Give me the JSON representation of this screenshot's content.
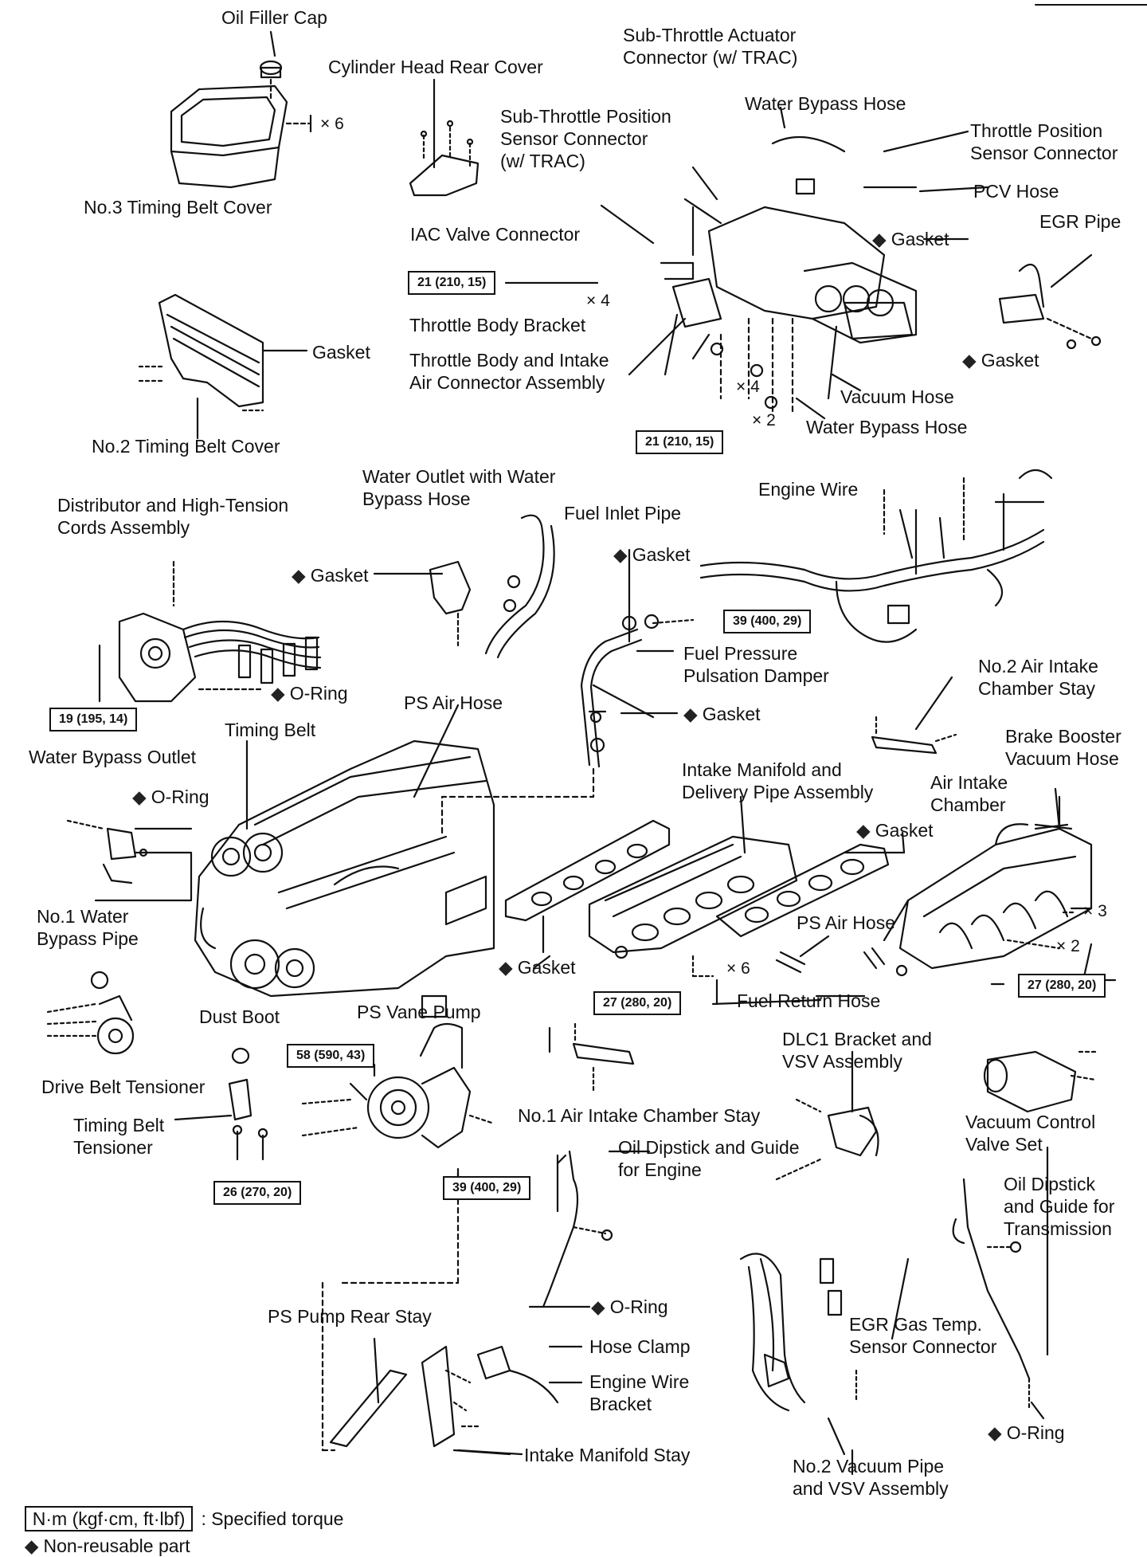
{
  "labels": {
    "oil_filler_cap": "Oil Filler Cap",
    "cylinder_head_rear_cover": "Cylinder Head Rear Cover",
    "no3_timing_belt_cover": "No.3 Timing Belt Cover",
    "sub_throttle_actuator_connector": "Sub-Throttle Actuator\nConnector (w/ TRAC)",
    "sub_throttle_position_sensor_connector": "Sub-Throttle Position\nSensor Connector\n(w/ TRAC)",
    "water_bypass_hose_top": "Water Bypass Hose",
    "throttle_position_sensor_connector": "Throttle Position\nSensor Connector",
    "pcv_hose": "PCV Hose",
    "egr_pipe": "EGR Pipe",
    "iac_valve_connector": "IAC Valve Connector",
    "gasket_throttle": "Gasket",
    "gasket_egr": "Gasket",
    "throttle_body_bracket": "Throttle Body Bracket",
    "gasket_no2_cover": "Gasket",
    "throttle_body_assembly": "Throttle Body and Intake\nAir Connector Assembly",
    "vacuum_hose": "Vacuum Hose",
    "water_bypass_hose_lower": "Water Bypass Hose",
    "no2_timing_belt_cover": "No.2 Timing Belt Cover",
    "water_outlet": "Water Outlet with Water\nBypass Hose",
    "engine_wire": "Engine Wire",
    "distributor": "Distributor and High-Tension\nCords Assembly",
    "fuel_inlet_pipe": "Fuel Inlet Pipe",
    "gasket_water_outlet": "Gasket",
    "gasket_fuel_inlet": "Gasket",
    "fuel_pressure_damper": "Fuel Pressure\nPulsation Damper",
    "no2_air_intake_chamber_stay": "No.2 Air Intake\nChamber Stay",
    "oring_distributor": "O-Ring",
    "ps_air_hose_top": "PS Air Hose",
    "gasket_fuel_damper": "Gasket",
    "timing_belt": "Timing Belt",
    "brake_booster_vacuum_hose": "Brake Booster\nVacuum Hose",
    "water_bypass_outlet": "Water Bypass Outlet",
    "intake_manifold": "Intake Manifold and\nDelivery Pipe Assembly",
    "air_intake_chamber": "Air Intake\nChamber",
    "oring_water_bypass": "O-Ring",
    "gasket_intake_right": "Gasket",
    "no1_water_bypass_pipe": "No.1 Water\nBypass Pipe",
    "ps_air_hose_right": "PS Air Hose",
    "gasket_intake_left": "Gasket",
    "fuel_return_hose": "Fuel Return Hose",
    "dust_boot": "Dust Boot",
    "ps_vane_pump": "PS Vane Pump",
    "dlc1_bracket": "DLC1 Bracket and\nVSV Assembly",
    "drive_belt_tensioner": "Drive Belt Tensioner",
    "no1_air_intake_chamber_stay": "No.1 Air Intake Chamber Stay",
    "vacuum_control_valve_set": "Vacuum Control\nValve Set",
    "timing_belt_tensioner": "Timing Belt\nTensioner",
    "oil_dipstick_engine": "Oil Dipstick and Guide\nfor Engine",
    "oil_dipstick_transmission": "Oil Dipstick\nand Guide for\nTransmission",
    "oring_dipstick": "O-Ring",
    "ps_pump_rear_stay": "PS Pump Rear Stay",
    "hose_clamp": "Hose Clamp",
    "egr_gas_temp_sensor": "EGR Gas Temp.\nSensor Connector",
    "engine_wire_bracket": "Engine Wire\nBracket",
    "oring_transmission": "O-Ring",
    "intake_manifold_stay": "Intake Manifold Stay",
    "no2_vacuum_pipe": "No.2 Vacuum Pipe\nand VSV Assembly"
  },
  "torques": {
    "t1": "21 (210, 15)",
    "t2": "21 (210, 15)",
    "t3": "39 (400, 29)",
    "t4": "19 (195, 14)",
    "t5": "27 (280, 20)",
    "t6": "27 (280, 20)",
    "t7": "58 (590, 43)",
    "t8": "26 (270, 20)",
    "t9": "39 (400, 29)"
  },
  "multipliers": {
    "m_oil_cap": "× 6",
    "m_throttle_bracket": "× 4",
    "m_assembly_4": "× 4",
    "m_assembly_2": "× 2",
    "m_chamber_3": "× 3",
    "m_chamber_2": "× 2",
    "m_manifold_6": "× 6"
  },
  "legend": {
    "torque_box": "N·m (kgf·cm, ft·lbf)",
    "torque_text": ": Specified torque",
    "nonreusable_text": "Non-reusable part"
  }
}
